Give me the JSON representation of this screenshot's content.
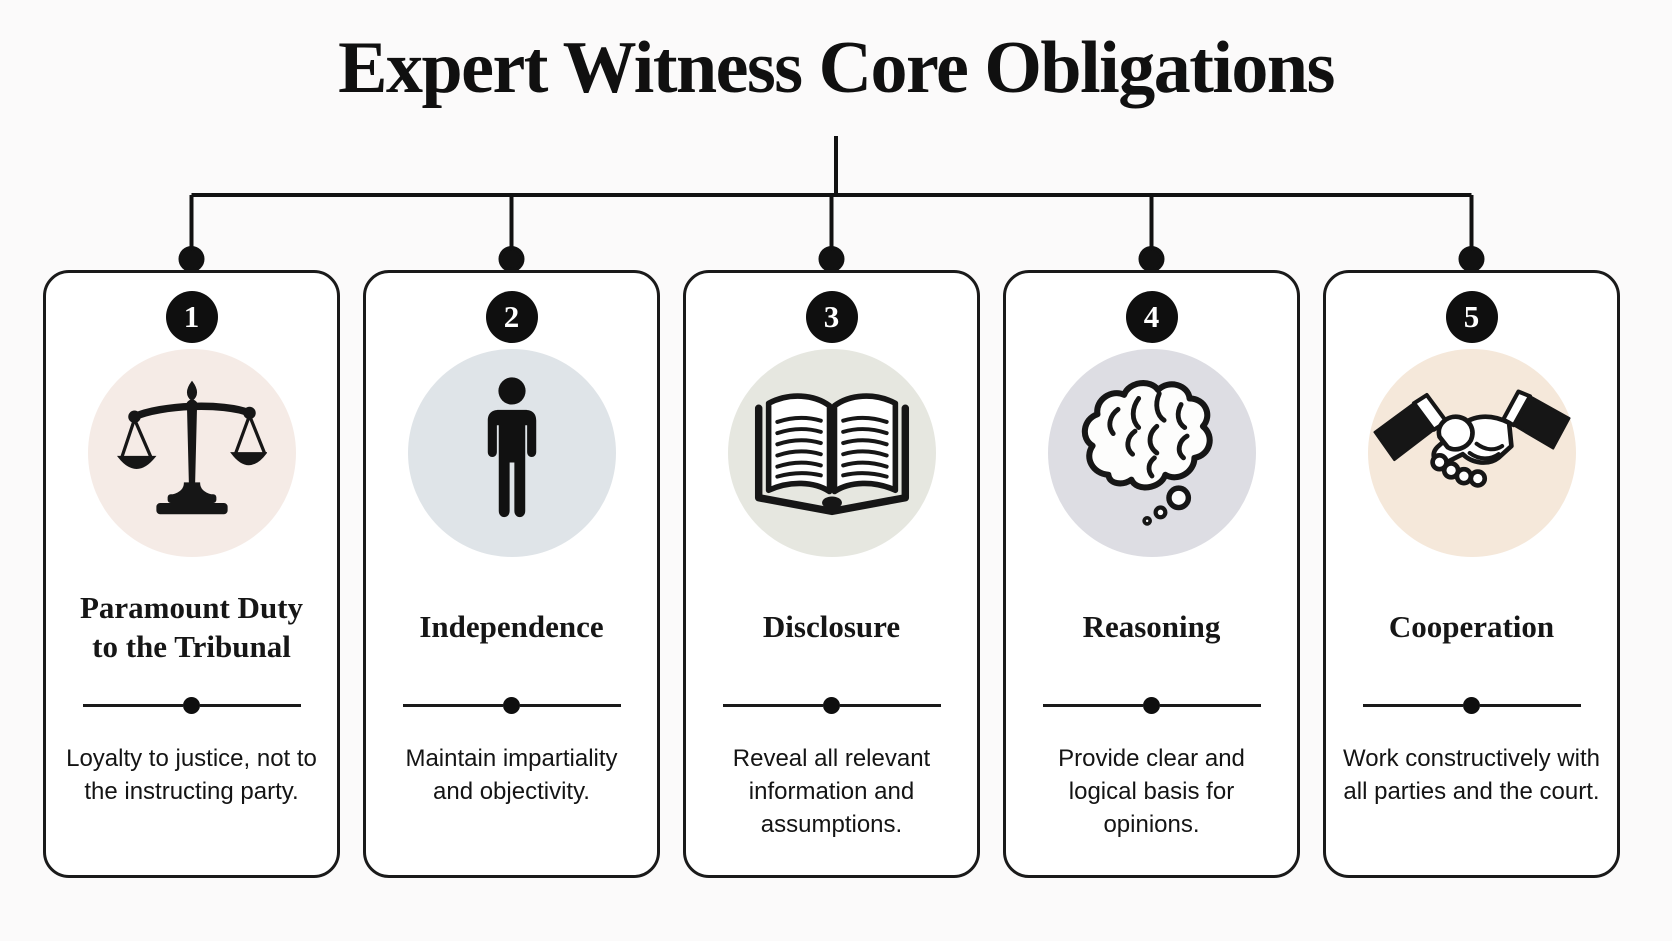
{
  "title": "Expert Witness Core Obligations",
  "colors": {
    "background": "#fbfafa",
    "connector_line": "#111111",
    "card_border": "#1a1a1a",
    "badge_background": "#0f0f0f",
    "badge_text": "#ffffff",
    "heading_text": "#101010",
    "body_text": "#141414"
  },
  "cards": [
    {
      "number": "1",
      "icon": "scales-of-justice-icon",
      "icon_bg": "#f5ebe6",
      "title": "Paramount Duty to the Tribunal",
      "description": "Loyalty to justice, not to the instructing party."
    },
    {
      "number": "2",
      "icon": "person-icon",
      "icon_bg": "#dfe4e8",
      "title": "Independence",
      "description": "Maintain impartiality and objectivity."
    },
    {
      "number": "3",
      "icon": "open-book-icon",
      "icon_bg": "#e6e7e0",
      "title": "Disclosure",
      "description": "Reveal all relevant information and assumptions."
    },
    {
      "number": "4",
      "icon": "brain-icon",
      "icon_bg": "#dddde3",
      "title": "Reasoning",
      "description": "Provide clear and logical basis for opinions."
    },
    {
      "number": "5",
      "icon": "handshake-icon",
      "icon_bg": "#f5e8da",
      "title": "Cooperation",
      "description": "Work constructively with all parties and the court."
    }
  ]
}
